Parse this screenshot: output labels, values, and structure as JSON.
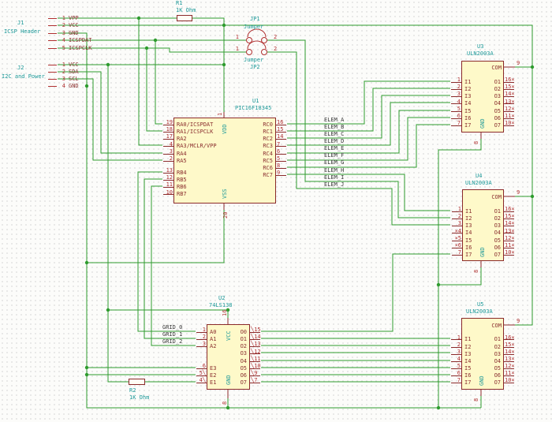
{
  "colors": {
    "wire": "#2e9b2e",
    "body_fill": "#fef9c9",
    "body_border": "#8b2a2a",
    "pin_number": "#b03030",
    "pin_name": "#8b3030",
    "ref_text": "#1d9999",
    "label_text": "#3a3a3a"
  },
  "connectors": {
    "j1": {
      "ref": "J1",
      "desc": "ICSP Header",
      "pins": [
        {
          "num": "1",
          "name": "VPP"
        },
        {
          "num": "2",
          "name": "VCC"
        },
        {
          "num": "3",
          "name": "GND"
        },
        {
          "num": "4",
          "name": "ICSPDAT"
        },
        {
          "num": "5",
          "name": "ICSPCLK"
        }
      ]
    },
    "j2": {
      "ref": "J2",
      "desc": "I2C and Power",
      "pins": [
        {
          "num": "1",
          "name": "VCC"
        },
        {
          "num": "2",
          "name": "SDA"
        },
        {
          "num": "3",
          "name": "SCL"
        },
        {
          "num": "4",
          "name": "GND"
        }
      ]
    }
  },
  "resistors": {
    "r1": {
      "ref": "R1",
      "value": "1K Ohm"
    },
    "r2": {
      "ref": "R2",
      "value": "1K Ohm"
    }
  },
  "jumpers": {
    "jp1": {
      "ref": "JP1",
      "value": "Jumper",
      "pin1": "1",
      "pin2": "2"
    },
    "jp2": {
      "ref": "JP2",
      "value": "Jumper",
      "pin1": "1",
      "pin2": "2"
    }
  },
  "ics": {
    "u1": {
      "ref": "U1",
      "part": "PIC16F18345",
      "ra_pins": [
        {
          "num": "19",
          "name": "RA0/ICSPDAT"
        },
        {
          "num": "18",
          "name": "RA1/ICSPCLK"
        },
        {
          "num": "17",
          "name": "RA2"
        },
        {
          "num": "4",
          "name": "RA3/MCLR/VPP"
        },
        {
          "num": "3",
          "name": "RA4"
        },
        {
          "num": "2",
          "name": "RA5"
        }
      ],
      "rb_pins": [
        {
          "num": "13",
          "name": "RB4"
        },
        {
          "num": "12",
          "name": "RB5"
        },
        {
          "num": "11",
          "name": "RB6"
        },
        {
          "num": "10",
          "name": "RB7"
        }
      ],
      "rc_pins": [
        {
          "num": "16",
          "name": "RC0"
        },
        {
          "num": "15",
          "name": "RC1"
        },
        {
          "num": "14",
          "name": "RC2"
        },
        {
          "num": "7",
          "name": "RC3"
        },
        {
          "num": "6",
          "name": "RC4"
        },
        {
          "num": "5",
          "name": "RC5"
        },
        {
          "num": "8",
          "name": "RC6"
        },
        {
          "num": "9",
          "name": "RC7"
        }
      ],
      "power": {
        "vdd": "VDD",
        "vdd_num": "1",
        "vss": "VSS",
        "vss_num": "20"
      }
    },
    "u2": {
      "ref": "U2",
      "part": "74LS138",
      "addr_pins": [
        {
          "num": "1",
          "name": "A0"
        },
        {
          "num": "2",
          "name": "A1"
        },
        {
          "num": "3",
          "name": "A2"
        }
      ],
      "en_pins": [
        {
          "num": "6",
          "name": "E3"
        },
        {
          "num": "5╲",
          "name": "E2"
        },
        {
          "num": "4╲",
          "name": "E1"
        }
      ],
      "out_pins": [
        {
          "num": "╲15",
          "name": "O0"
        },
        {
          "num": "╲14",
          "name": "O1"
        },
        {
          "num": "╲13",
          "name": "O2"
        },
        {
          "num": "╲12",
          "name": "O3"
        },
        {
          "num": "╲11",
          "name": "O4"
        },
        {
          "num": "╲10",
          "name": "O5"
        },
        {
          "num": "╲9",
          "name": "O6"
        },
        {
          "num": "╲7",
          "name": "O7"
        }
      ],
      "power": {
        "vcc": "VCC",
        "vcc_num": "16",
        "gnd": "GND",
        "gnd_num": "8"
      }
    },
    "u3": {
      "ref": "U3",
      "part": "ULN2003A",
      "com": "COM",
      "com_num": "9",
      "gnd": "GND",
      "gnd_num": "8",
      "in_pins": [
        {
          "num": "1",
          "name": "I1"
        },
        {
          "num": "2",
          "name": "I2"
        },
        {
          "num": "3",
          "name": "I3"
        },
        {
          "num": "4",
          "name": "I4"
        },
        {
          "num": "5",
          "name": "I5"
        },
        {
          "num": "6",
          "name": "I6"
        },
        {
          "num": "7",
          "name": "I7"
        }
      ],
      "out_pins": [
        {
          "num": "16×",
          "name": "O1"
        },
        {
          "num": "15×",
          "name": "O2"
        },
        {
          "num": "14×",
          "name": "O3"
        },
        {
          "num": "13×",
          "name": "O4"
        },
        {
          "num": "12×",
          "name": "O5"
        },
        {
          "num": "11×",
          "name": "O6"
        },
        {
          "num": "10×",
          "name": "O7"
        }
      ]
    },
    "u4": {
      "ref": "U4",
      "part": "ULN2003A",
      "com": "COM",
      "com_num": "9",
      "gnd": "GND",
      "gnd_num": "8",
      "in_pins": [
        {
          "num": "1",
          "name": "I1"
        },
        {
          "num": "2",
          "name": "I2"
        },
        {
          "num": "3",
          "name": "I3"
        },
        {
          "num": "×4",
          "name": "I4"
        },
        {
          "num": "×5",
          "name": "I5"
        },
        {
          "num": "×6",
          "name": "I6"
        },
        {
          "num": "7",
          "name": "I7"
        }
      ],
      "out_pins": [
        {
          "num": "16×",
          "name": "O1"
        },
        {
          "num": "15×",
          "name": "O2"
        },
        {
          "num": "14×",
          "name": "O3"
        },
        {
          "num": "13×",
          "name": "O4"
        },
        {
          "num": "12×",
          "name": "O5"
        },
        {
          "num": "11×",
          "name": "O6"
        },
        {
          "num": "10×",
          "name": "O7"
        }
      ]
    },
    "u5": {
      "ref": "U5",
      "part": "ULN2003A",
      "com": "COM",
      "com_num": "9",
      "gnd": "GND",
      "gnd_num": "8",
      "in_pins": [
        {
          "num": "1",
          "name": "I1"
        },
        {
          "num": "2",
          "name": "I2"
        },
        {
          "num": "3",
          "name": "I3"
        },
        {
          "num": "4",
          "name": "I4"
        },
        {
          "num": "5",
          "name": "I5"
        },
        {
          "num": "6",
          "name": "I6"
        },
        {
          "num": "7",
          "name": "I7"
        }
      ],
      "out_pins": [
        {
          "num": "16×",
          "name": "O1"
        },
        {
          "num": "15×",
          "name": "O2"
        },
        {
          "num": "14×",
          "name": "O3"
        },
        {
          "num": "13×",
          "name": "O4"
        },
        {
          "num": "12×",
          "name": "O5"
        },
        {
          "num": "11×",
          "name": "O6"
        },
        {
          "num": "10×",
          "name": "O7"
        }
      ]
    }
  },
  "net_labels": {
    "elems": [
      "ELEM_A",
      "ELEM_B",
      "ELEM_C",
      "ELEM_D",
      "ELEM_E",
      "ELEM_F",
      "ELEM_G",
      "ELEM_H",
      "ELEM_I",
      "ELEM_J"
    ],
    "grids": [
      "GRID_0",
      "GRID_1",
      "GRID_2"
    ]
  }
}
